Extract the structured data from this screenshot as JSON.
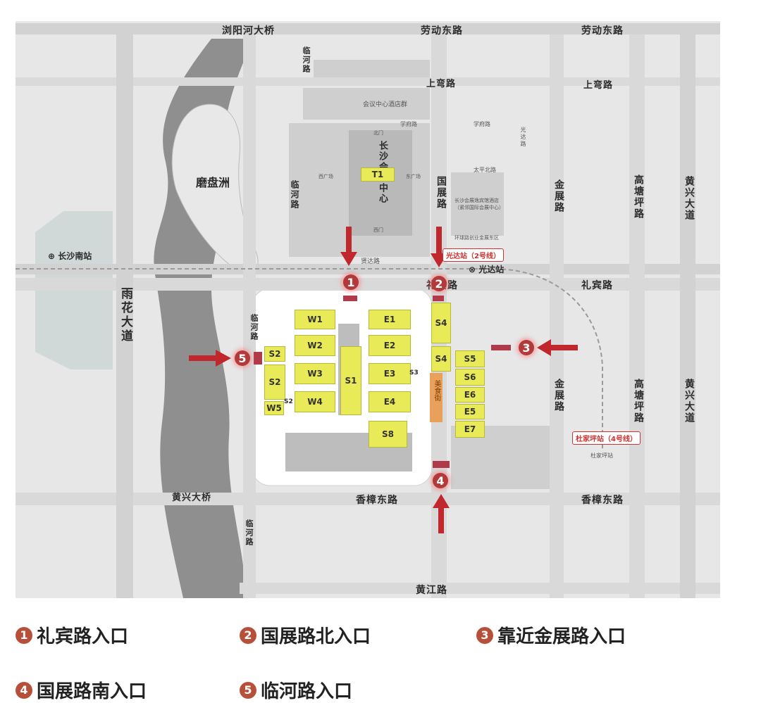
{
  "roads": {
    "liuyang_bridge": "浏阳河大桥",
    "laodong_e1": "劳动东路",
    "laodong_e2": "劳动东路",
    "shangwan_1": "上弯路",
    "shangwan_2": "上弯路",
    "lihe_1": "临河路",
    "lihe_2": "临河路",
    "lihe_3": "临河路",
    "lihe_4": "临河路",
    "guozhan": "国展路",
    "jinzhan_1": "金展路",
    "jinzhan_2": "金展路",
    "gaotangping_1": "高塘坪路",
    "gaotangping_2": "高塘坪路",
    "huangxing_1": "黄兴大道",
    "huangxing_2": "黄兴大道",
    "yuhua": "雨花大道",
    "libin_1": "礼宾路",
    "libin_2": "礼宾路",
    "huangxing_bridge": "黄兴大桥",
    "xiangzhang_1": "香樟东路",
    "xiangzhang_2": "香樟东路",
    "huangjiang": "黄江路",
    "xianda": "贤达路",
    "xuefu": "学府路",
    "xuefu2": "学府路",
    "taiping": "太平北路",
    "guangda_rd": "光达路"
  },
  "places": {
    "mopanzhou": "磨盘洲",
    "changsha_south": "长沙南站",
    "hotel_group": "会议中心酒店群",
    "conference_center": "长沙会议中心",
    "north_gate": "北门",
    "west_gate": "西门",
    "west_plaza": "西广场",
    "east_plaza": "东广场",
    "expo_hotel": "长沙会展逸宾馆酒店（紧邻国际会展中心）",
    "ring_road_east": "环球路创业金展东区",
    "guangda_station": "光达站",
    "guangda_station_line": "光达站（2号线）",
    "dujiaping_station_line": "杜家坪站（4号线）",
    "dujiaping_station": "杜家坪站",
    "food_court": "美食街"
  },
  "halls": {
    "t1": "T1",
    "w1": "W1",
    "w2": "W2",
    "w3": "W3",
    "w4": "W4",
    "w5": "W5",
    "e1": "E1",
    "e2": "E2",
    "e3": "E3",
    "e4": "E4",
    "e5": "E5",
    "e6": "E6",
    "e7": "E7",
    "s1": "S1",
    "s2a": "S2",
    "s2b": "S2",
    "s2c": "S2",
    "s3": "S3",
    "s4a": "S4",
    "s4b": "S4",
    "s5": "S5",
    "s6": "S6",
    "s8": "S8"
  },
  "entries": {
    "e1": "1",
    "e2": "2",
    "e3": "3",
    "e4": "4",
    "e5": "5"
  },
  "legend": [
    {
      "num": "1",
      "label": "礼宾路入口"
    },
    {
      "num": "2",
      "label": "国展路北入口"
    },
    {
      "num": "3",
      "label": "靠近金展路入口"
    },
    {
      "num": "4",
      "label": "国展路南入口"
    },
    {
      "num": "5",
      "label": "临河路入口"
    }
  ],
  "colors": {
    "hall": "#e9ea57",
    "entry": "#b23a3a",
    "arrow": "#c0282d",
    "river": "#8c8c8c",
    "road": "#d9d9d9",
    "block": "#c9c9c9"
  }
}
